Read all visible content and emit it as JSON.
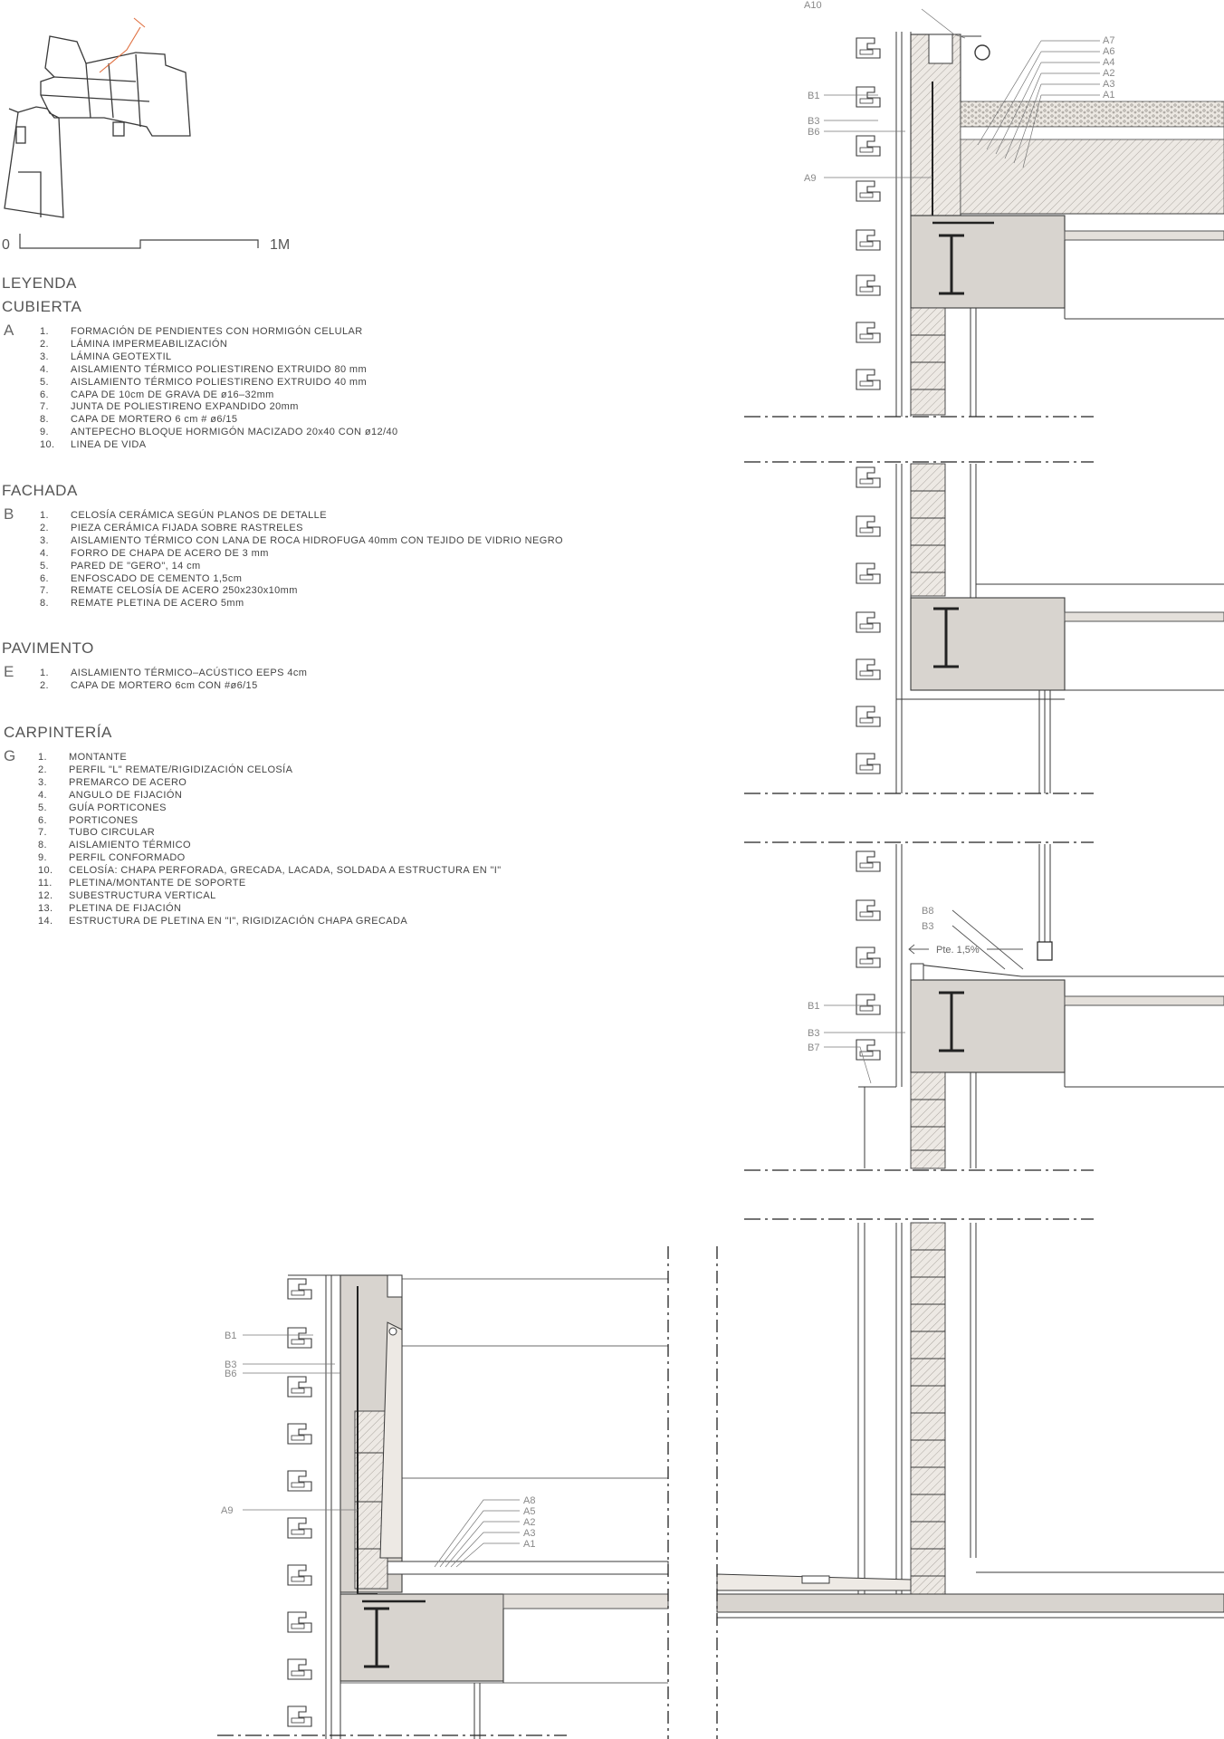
{
  "scale": {
    "zero": "0",
    "one": "1M"
  },
  "legend": {
    "title": "LEYENDA",
    "sections": [
      {
        "heading": "CUBIERTA",
        "letter": "A",
        "items": [
          {
            "n": "1.",
            "text": "FORMACIÓN DE PENDIENTES CON HORMIGÓN CELULAR"
          },
          {
            "n": "2.",
            "text": "LÁMINA IMPERMEABILIZACIÓN"
          },
          {
            "n": "3.",
            "text": "LÁMINA GEOTEXTIL"
          },
          {
            "n": "4.",
            "text": "AISLAMIENTO TÉRMICO POLIESTIRENO EXTRUIDO 80 mm"
          },
          {
            "n": "5.",
            "text": "AISLAMIENTO TÉRMICO POLIESTIRENO EXTRUIDO 40 mm"
          },
          {
            "n": "6.",
            "text": "CAPA DE 10cm DE GRAVA DE ø16–32mm"
          },
          {
            "n": "7.",
            "text": "JUNTA DE POLIESTIRENO EXPANDIDO 20mm"
          },
          {
            "n": "8.",
            "text": "CAPA DE MORTERO 6 cm # ø6/15"
          },
          {
            "n": "9.",
            "text": "ANTEPECHO BLOQUE HORMIGÓN MACIZADO 20x40 CON ø12/40"
          },
          {
            "n": "10.",
            "text": "LINEA DE VIDA"
          }
        ]
      },
      {
        "heading": "FACHADA",
        "letter": "B",
        "items": [
          {
            "n": "1.",
            "text": "CELOSÍA CERÁMICA SEGÚN PLANOS DE DETALLE"
          },
          {
            "n": "2.",
            "text": "PIEZA CERÁMICA FIJADA SOBRE RASTRELES"
          },
          {
            "n": "3.",
            "text": "AISLAMIENTO TÉRMICO CON LANA DE ROCA HIDROFUGA 40mm CON TEJIDO DE VIDRIO NEGRO"
          },
          {
            "n": "4.",
            "text": "FORRO DE CHAPA DE ACERO DE 3 mm"
          },
          {
            "n": "5.",
            "text": "PARED DE \"GERO\", 14 cm"
          },
          {
            "n": "6.",
            "text": "ENFOSCADO DE CEMENTO 1,5cm"
          },
          {
            "n": "7.",
            "text": "REMATE CELOSÍA DE ACERO 250x230x10mm"
          },
          {
            "n": "8.",
            "text": "REMATE PLETINA DE ACERO 5mm"
          }
        ]
      },
      {
        "heading": "PAVIMENTO",
        "letter": "E",
        "items": [
          {
            "n": "1.",
            "text": "AISLAMIENTO TÉRMICO–ACÚSTICO EEPS 4cm"
          },
          {
            "n": "2.",
            "text": "CAPA DE MORTERO 6cm CON #ø6/15"
          }
        ]
      },
      {
        "heading": "CARPINTERÍA",
        "letter": "G",
        "items": [
          {
            "n": "1.",
            "text": "MONTANTE"
          },
          {
            "n": "2.",
            "text": "PERFIL \"L\" REMATE/RIGIDIZACIÓN CELOSÍA"
          },
          {
            "n": "3.",
            "text": "PREMARCO DE ACERO"
          },
          {
            "n": "4.",
            "text": "ANGULO DE FIJACIÓN"
          },
          {
            "n": "5.",
            "text": "GUÍA PORTICONES"
          },
          {
            "n": "6.",
            "text": "PORTICONES"
          },
          {
            "n": "7.",
            "text": "TUBO CIRCULAR"
          },
          {
            "n": "8.",
            "text": "AISLAMIENTO TÉRMICO"
          },
          {
            "n": "9.",
            "text": "PERFIL CONFORMADO"
          },
          {
            "n": "10.",
            "text": "CELOSÍA: CHAPA PERFORADA, GRECADA, LACADA, SOLDADA A ESTRUCTURA EN \"I\""
          },
          {
            "n": "11.",
            "text": "PLETINA/MONTANTE DE SOPORTE"
          },
          {
            "n": "12.",
            "text": "SUBESTRUCTURA VERTICAL"
          },
          {
            "n": "13.",
            "text": "PLETINA DE FIJACIÓN"
          },
          {
            "n": "14.",
            "text": "ESTRUCTURA DE PLETINA EN \"I\", RIGIDIZACIÓN CHAPA GRECADA"
          }
        ]
      }
    ]
  },
  "callouts": {
    "roof_right": [
      "A7",
      "A6",
      "A4",
      "A2",
      "A3",
      "A1"
    ],
    "roof_left": [
      "A10",
      "B1",
      "B3",
      "B6",
      "A9"
    ],
    "slab3_top": [
      "B8",
      "B3"
    ],
    "slope": "Pte. 1,5%",
    "slab3_left": [
      "B1",
      "B3",
      "B7"
    ],
    "bottom_left": [
      "B1",
      "B3",
      "B6",
      "A9"
    ],
    "bottom_right": [
      "A8",
      "A5",
      "A2",
      "A3",
      "A1"
    ]
  },
  "colors": {
    "line": "#3a3a3a",
    "fill": "#d8d4cf",
    "accent": "#e07040"
  }
}
